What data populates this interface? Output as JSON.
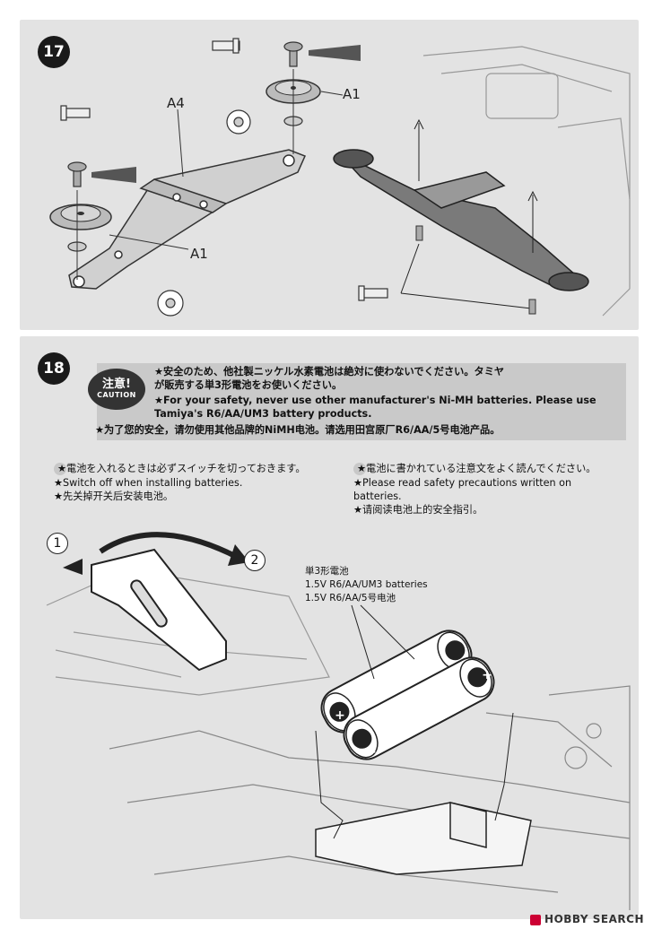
{
  "step17": {
    "number": "17",
    "part_a4": "A4",
    "part_a1_top": "A1",
    "part_a1_left": "A1"
  },
  "step18": {
    "number": "18",
    "caution": {
      "badge_jp": "注意!",
      "badge_en": "CAUTION",
      "line_jp_1": "★安全のため、他社製ニッケル水素電池は絶対に使わないでください。タミヤ",
      "line_jp_2": "が販売する単3形電池をお使いください。",
      "line_en_1": "★For your safety, never use other manufacturer's Ni-MH batteries. Please use",
      "line_en_2": "Tamiya's R6/AA/UM3 battery products.",
      "line_cn": "★为了您的安全，请勿使用其他品牌的NiMH电池。请选用田宫原厂R6/AA/5号电池产品。"
    },
    "note_left": {
      "jp": "★電池を入れるときは必ずスイッチを切っておきます。",
      "en": "★Switch off when installing batteries.",
      "cn": "★先关掉开关后安装电池。"
    },
    "note_right": {
      "jp": "★電池に書かれている注意文をよく読んでください。",
      "en_1": "★Please read safety precautions written on",
      "en_2": "batteries.",
      "cn": "★请阅读电池上的安全指引。"
    },
    "circle_1": "1",
    "circle_2": "2",
    "battery_label": {
      "jp": "単3形電池",
      "en": "1.5V R6/AA/UM3 batteries",
      "cn": "1.5V R6/AA/5号电池"
    }
  },
  "watermark": "HOBBY SEARCH"
}
